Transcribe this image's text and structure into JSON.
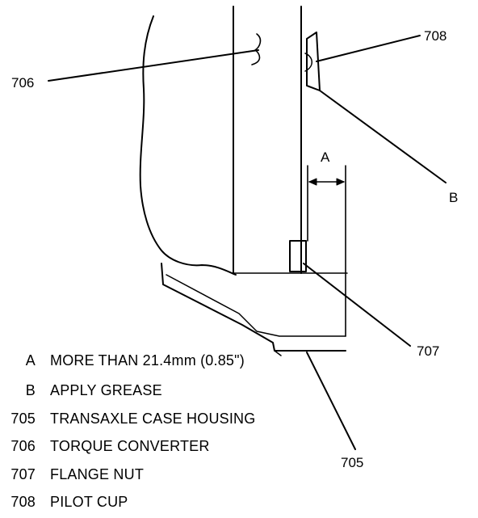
{
  "diagram": {
    "callouts": {
      "c708": "708",
      "c706": "706",
      "cA": "A",
      "cB": "B",
      "c707": "707",
      "c705": "705"
    },
    "legend": [
      {
        "code": "A",
        "text": "MORE THAN 21.4mm (0.85\")"
      },
      {
        "code": "B",
        "text": "APPLY GREASE"
      },
      {
        "code": "705",
        "text": "TRANSAXLE CASE HOUSING"
      },
      {
        "code": "706",
        "text": "TORQUE CONVERTER"
      },
      {
        "code": "707",
        "text": "FLANGE NUT"
      },
      {
        "code": "708",
        "text": "PILOT CUP"
      }
    ]
  }
}
